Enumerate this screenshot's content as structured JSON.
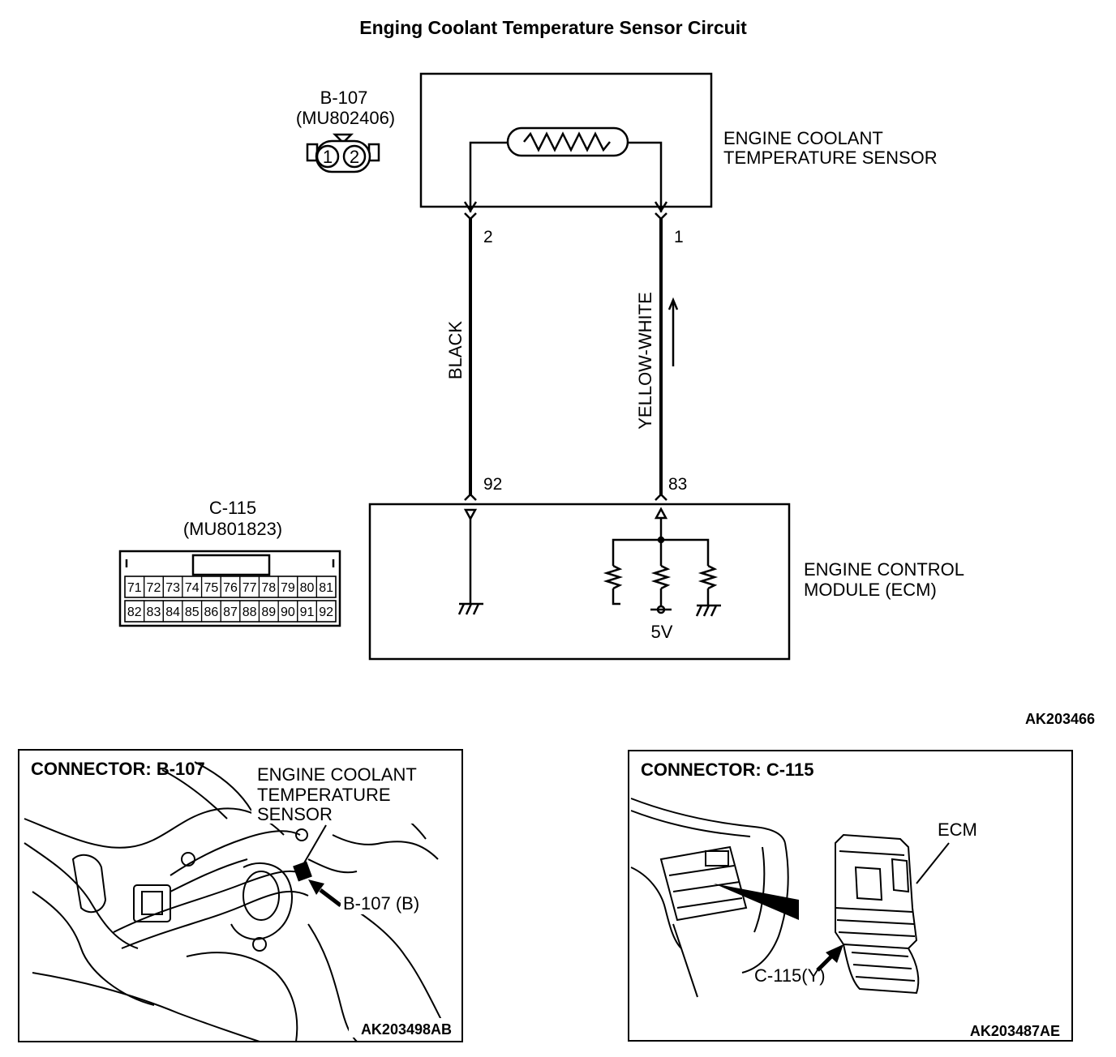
{
  "title": "Enging Coolant Temperature Sensor Circuit",
  "sensor": {
    "connector_id": "B-107",
    "part_number": "(MU802406)",
    "pins": [
      "1",
      "2"
    ],
    "label_line1": "ENGINE COOLANT",
    "label_line2": "TEMPERATURE SENSOR",
    "pin_left": "2",
    "pin_right": "1"
  },
  "wires": {
    "left_color": "BLACK",
    "right_color": "YELLOW-WHITE"
  },
  "ecm": {
    "connector_id": "C-115",
    "part_number": "(MU801823)",
    "pin_left": "92",
    "pin_right": "83",
    "voltage": "5V",
    "label_line1": "ENGINE CONTROL",
    "label_line2": "MODULE (ECM)",
    "connector_row1": [
      "71",
      "72",
      "73",
      "74",
      "75",
      "76",
      "77",
      "78",
      "79",
      "80",
      "81"
    ],
    "connector_row2": [
      "82",
      "83",
      "84",
      "85",
      "86",
      "87",
      "88",
      "89",
      "90",
      "91",
      "92"
    ]
  },
  "diagram_ref": "AK203466",
  "photo_left": {
    "heading": "CONNECTOR: B-107",
    "callout_line1": "ENGINE COOLANT",
    "callout_line2": "TEMPERATURE",
    "callout_line3": "SENSOR",
    "arrow_label": "B-107 (B)",
    "ref": "AK203498AB"
  },
  "photo_right": {
    "heading": "CONNECTOR: C-115",
    "ecm_label": "ECM",
    "arrow_label": "C-115(Y)",
    "ref": "AK203487AE"
  }
}
